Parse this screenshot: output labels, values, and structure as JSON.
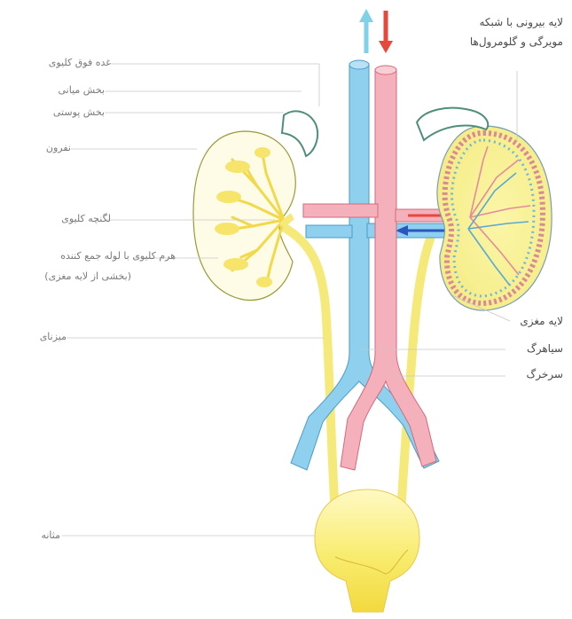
{
  "labels": {
    "adrenal": "غده فوق کلیوی",
    "medulla_part": "بخش میانی",
    "cortex_part": "بخش پوستی",
    "nephron": "نفرون",
    "calyx": "لگنچه کلیوی",
    "pyramid_line1": "هرم کلیوی با لوله جمع کننده",
    "pyramid_line2": "(بخشی از لایه مغزی)",
    "ureter": "میزنای",
    "bladder": "مثانه",
    "cortex_line1": "لایه بیرونی با شبکه",
    "cortex_line2": "مویرگی و گلومرول‌ها",
    "medulla_layer": "لایه مغزی",
    "vein": "سیاهرگ",
    "artery": "سرخرگ"
  },
  "colors": {
    "vein": "#7cc8ea",
    "artery": "#f2a6b2",
    "urine": "#f8ee8a",
    "organ_outline": "#5e8a6e",
    "flow_up": "#7fd1e8",
    "flow_down": "#e8473c"
  }
}
